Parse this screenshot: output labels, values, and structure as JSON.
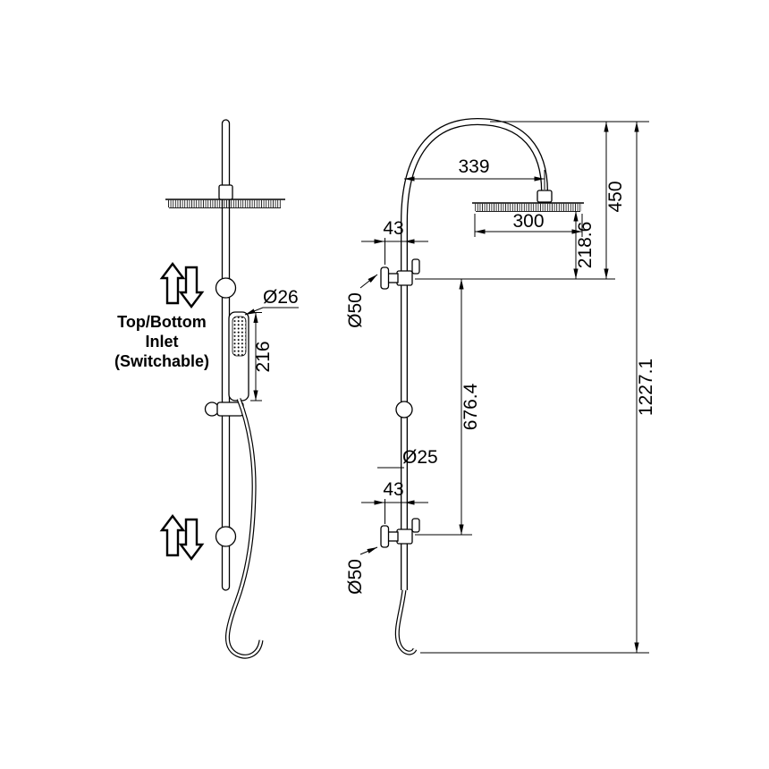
{
  "front_view": {
    "inlet_note": {
      "line1": "Top/Bottom",
      "line2": "Inlet",
      "line3": "(Switchable)"
    },
    "dims": {
      "hand_shower_diameter": "Ø26",
      "hand_shower_length": "216"
    }
  },
  "side_view": {
    "dims": {
      "arm_reach": "339",
      "head_width": "300",
      "top_section_height": "450",
      "head_to_top_bracket": "218.6",
      "overall_height": "1227.1",
      "top_bracket_offset": "43",
      "bottom_bracket_offset": "43",
      "top_flange_diameter": "Ø50",
      "bottom_flange_diameter": "Ø50",
      "bracket_spacing": "676.4",
      "rail_diameter": "Ø25"
    }
  },
  "colors": {
    "line": "#000000",
    "background": "#ffffff"
  }
}
